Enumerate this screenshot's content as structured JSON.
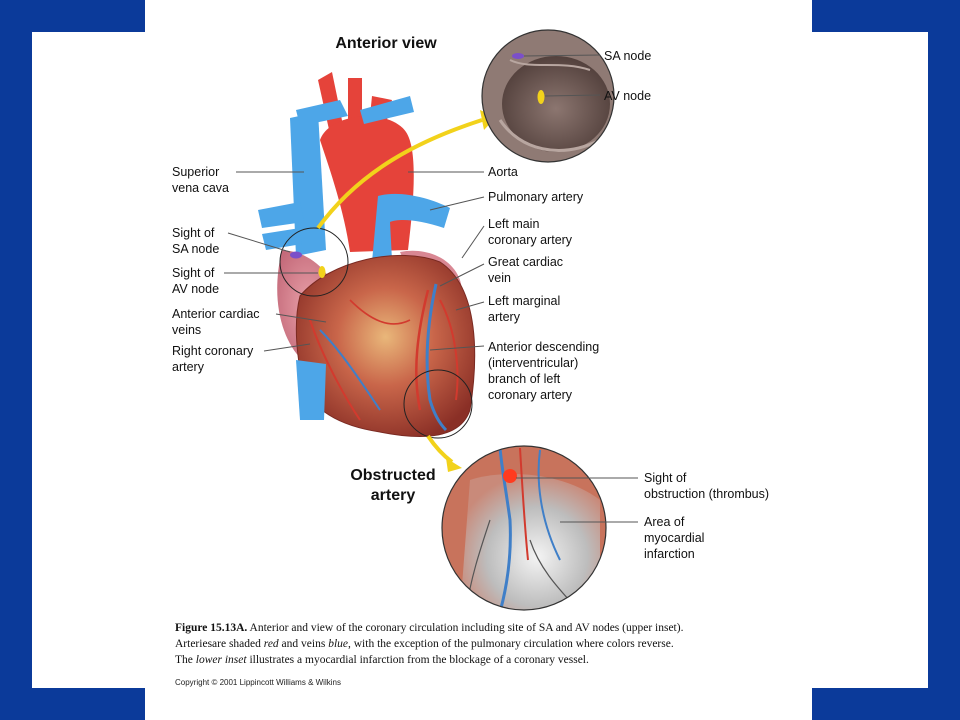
{
  "colors": {
    "frame": "#0b3a9a",
    "panel": "#ffffff",
    "artery": "#e5433a",
    "vein": "#4da6e8",
    "arrow": "#f2d21b"
  },
  "heading": "Anterior view",
  "inset_top": {
    "sa_node": "SA node",
    "av_node": "AV node"
  },
  "labels": {
    "superior_vena_cava": [
      "Superior",
      "vena cava"
    ],
    "sight_sa": [
      "Sight of",
      "SA node"
    ],
    "sight_av": [
      "Sight of",
      "AV node"
    ],
    "anterior_cardiac_veins": [
      "Anterior cardiac",
      "veins"
    ],
    "right_coronary_artery": [
      "Right coronary",
      "artery"
    ],
    "aorta": "Aorta",
    "pulmonary_artery": "Pulmonary artery",
    "left_main_coronary": [
      "Left main",
      "coronary artery"
    ],
    "great_cardiac_vein": [
      "Great cardiac",
      "vein"
    ],
    "left_marginal": [
      "Left marginal",
      "artery"
    ],
    "anterior_descending": [
      "Anterior descending",
      "(interventricular)",
      "branch of left",
      "coronary artery"
    ]
  },
  "inset_bottom": {
    "title": [
      "Obstructed",
      "artery"
    ],
    "obstruction": [
      "Sight of",
      "obstruction (thrombus)"
    ],
    "infarction": [
      "Area of",
      "myocardial",
      "infarction"
    ]
  },
  "caption": {
    "figure_ref": "Figure 15.13A.",
    "line1": " Anterior and view of the coronary circulation including site of SA and AV nodes (upper inset).",
    "line2_a": "Arteriesare shaded ",
    "line2_red": "red",
    "line2_b": " and veins ",
    "line2_blue": "blue",
    "line2_c": ", with the exception of the pulmonary circulation where colors reverse.",
    "line3_a": "The ",
    "line3_inset": "lower inset",
    "line3_b": " illustrates a myocardial infarction from the blockage of a coronary vessel."
  },
  "copyright": "Copyright © 2001 Lippincott Williams & Wilkins"
}
